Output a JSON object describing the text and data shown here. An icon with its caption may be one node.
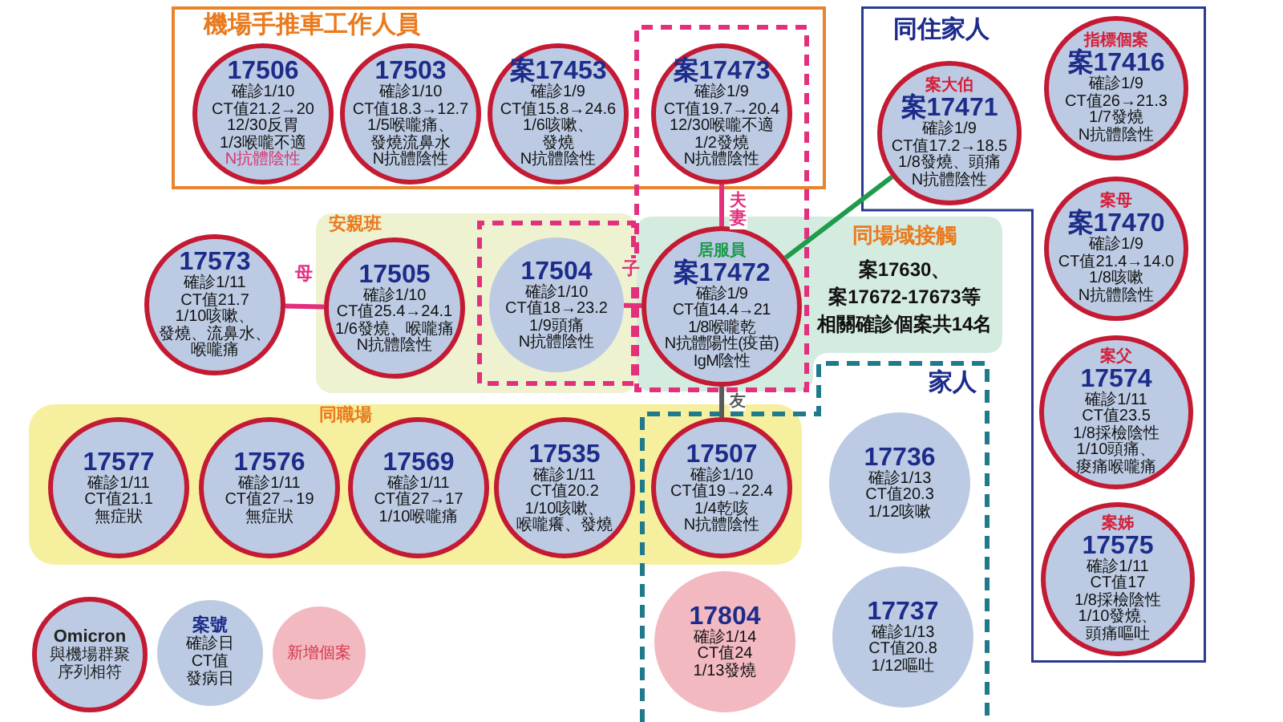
{
  "diagram": {
    "nodes": [
      {
        "text": [
          "機場手推車工作人員"
        ]
      },
      {
        "text": [
          "17506",
          "確診1/10",
          "CT值21.2→20",
          "12/30反胃",
          "1/3喉嚨不適",
          "N抗體陰性"
        ],
        "in": 0
      },
      {
        "text": [
          "17503",
          "確診1/10",
          "CT值18.3→12.7",
          "1/5喉嚨痛、發燒流鼻水",
          "N抗體陰性"
        ],
        "in": 0
      },
      {
        "text": [
          "案17453",
          "確診1/9",
          "CT值15.8→24.6",
          "1/6咳嗽、發燒",
          "N抗體陰性"
        ],
        "in": 0
      },
      {
        "text": [
          "案17473",
          "確診1/9",
          "CT值19.7→20.4",
          "12/30喉嚨不適",
          "1/2發燒",
          "N抗體陰性"
        ],
        "in": 0
      },
      {
        "text": [
          "同住家人"
        ]
      },
      {
        "text": [
          "案大伯",
          "案17471",
          "確診1/9",
          "CT值17.2→18.5",
          "1/8發燒、頭痛",
          "N抗體陰性"
        ],
        "in": 5
      },
      {
        "text": [
          "指標個案",
          "案17416",
          "確診1/9",
          "CT值26→21.3",
          "1/7發燒",
          "N抗體陰性"
        ],
        "in": 5
      },
      {
        "text": [
          "17573",
          "確診1/11",
          "CT值21.7",
          "1/10咳嗽、發燒、流鼻水、喉嚨痛"
        ]
      },
      {
        "text": [
          "安親班"
        ]
      },
      {
        "text": [
          "17505",
          "確診1/10",
          "CT值25.4→24.1",
          "1/6發燒、喉嚨痛",
          "N抗體陰性"
        ],
        "in": 9
      },
      {
        "text": [
          "17504",
          "確診1/10",
          "CT值18→23.2",
          "1/9頭痛",
          "N抗體陰性"
        ],
        "in": 9
      },
      {
        "text": [
          "同場域接觸",
          "案17630、案17672-17673等相關確診個案共14名"
        ]
      },
      {
        "text": [
          "居服員",
          "案17472",
          "確診1/9",
          "CT值14.4→21",
          "1/8喉嚨乾",
          "N抗體陽性(疫苗)",
          "IgM陰性"
        ],
        "in": 12
      },
      {
        "text": [
          "案母",
          "案17470",
          "確診1/9",
          "CT值21.4→14.0",
          "1/8咳嗽",
          "N抗體陰性"
        ],
        "in": 5
      },
      {
        "text": [
          "同職場"
        ]
      },
      {
        "text": [
          "17577",
          "確診1/11",
          "CT值21.1",
          "無症狀"
        ],
        "in": 15
      },
      {
        "text": [
          "17576",
          "確診1/11",
          "CT值27→19",
          "無症狀"
        ],
        "in": 15
      },
      {
        "text": [
          "17569",
          "確診1/11",
          "CT值27→17",
          "1/10喉嚨痛"
        ],
        "in": 15
      },
      {
        "text": [
          "17535",
          "確診1/11",
          "CT值20.2",
          "1/10咳嗽、喉嚨癢、發燒"
        ],
        "in": 15
      },
      {
        "text": [
          "家人"
        ]
      },
      {
        "text": [
          "17507",
          "確診1/10",
          "CT值19→22.4",
          "1/4乾咳",
          "N抗體陰性"
        ]
      },
      {
        "text": [
          "17736",
          "確診1/13",
          "CT值20.3",
          "1/12咳嗽"
        ],
        "in": 20
      },
      {
        "text": [
          "案父",
          "17574",
          "確診1/11",
          "CT值23.5",
          "1/8採檢陰性",
          "1/10頭痛、痠痛喉嚨痛"
        ],
        "in": 5
      },
      {
        "text": [
          "17804",
          "確診1/14",
          "CT值24",
          "1/13發燒"
        ],
        "in": 20
      },
      {
        "text": [
          "17737",
          "確診1/13",
          "CT值20.8",
          "1/12嘔吐"
        ],
        "in": 20
      },
      {
        "text": [
          "案姊",
          "17575",
          "確診1/11",
          "CT值17",
          "1/8採檢陰性",
          "1/10發燒、頭痛嘔吐"
        ],
        "in": 5
      }
    ],
    "edges": [
      {
        "from": 4,
        "to": 13,
        "arrow": "none",
        "label": "夫妻"
      },
      {
        "from": 8,
        "to": 10,
        "arrow": "none",
        "label": "母"
      },
      {
        "from": 11,
        "to": 13,
        "arrow": "none",
        "label": "子"
      },
      {
        "from": 13,
        "to": 6,
        "arrow": "none",
        "color": "#1e9b4b"
      },
      {
        "from": 13,
        "to": 21,
        "arrow": "none",
        "label": "友",
        "color": "#5a5a5a"
      }
    ],
    "legend": [
      {
        "text": "**Omicron** 與機場群聚序列相符"
      },
      {
        "text": "**案號**確診日CT值發病日",
        "color": "#bccbe3"
      },
      {
        "text": "新增個案",
        "color": "#f2b9c1"
      }
    ]
  }
}
